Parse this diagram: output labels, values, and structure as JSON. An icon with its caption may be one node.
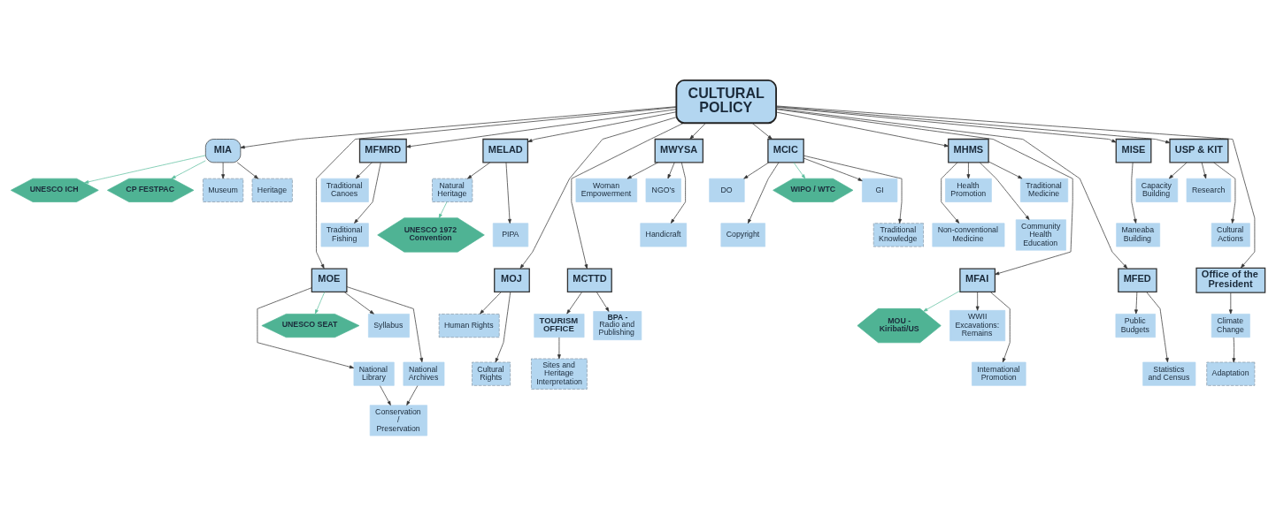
{
  "diagram": {
    "nodes": [
      {
        "text": [
          "MIA"
        ]
      },
      {
        "text": [
          "CULTURAL POLICY"
        ]
      },
      {
        "text": [
          "Museum"
        ]
      },
      {
        "text": [
          "Heritage"
        ]
      },
      {
        "text": [
          "UNESCO ICH"
        ]
      },
      {
        "text": [
          "CP FESTPAC"
        ]
      },
      {
        "text": [
          "MFMRD"
        ]
      },
      {
        "text": [
          "MELAD"
        ]
      },
      {
        "text": [
          "MWYSA"
        ]
      },
      {
        "text": [
          "MCIC"
        ]
      },
      {
        "text": [
          "MISE"
        ]
      },
      {
        "text": [
          "USP & KIT"
        ]
      },
      {
        "text": [
          "MHMS"
        ]
      },
      {
        "text": [
          "Traditional Canoes"
        ]
      },
      {
        "text": [
          "PIPA"
        ]
      },
      {
        "text": [
          "Natural Heritage"
        ]
      },
      {
        "text": [
          "Woman Empowerment"
        ]
      },
      {
        "text": [
          "NGO's"
        ]
      },
      {
        "text": [
          "GI"
        ]
      },
      {
        "text": [
          "DO"
        ]
      },
      {
        "text": [
          "Maneaba Building"
        ]
      },
      {
        "text": [
          "Capacity Building"
        ]
      },
      {
        "text": [
          "Research"
        ]
      },
      {
        "text": [
          "Traditional Medicine"
        ]
      },
      {
        "text": [
          "Health Promotion"
        ]
      },
      {
        "text": [
          "Traditional Knowledge"
        ]
      },
      {
        "text": [
          "Copyright"
        ]
      },
      {
        "text": [
          "Handicraft"
        ]
      },
      {
        "text": [
          "Cultural Actions"
        ]
      },
      {
        "text": [
          "Community Health Education"
        ]
      },
      {
        "text": [
          "Non-conventional Medicine"
        ]
      },
      {
        "text": [
          "Traditional Fishing"
        ]
      },
      {
        "text": [
          "UNESCO 1972 Convention"
        ]
      },
      {
        "text": [
          "WIPO / WTC"
        ]
      },
      {
        "text": [
          "MOE"
        ]
      },
      {
        "text": [
          "MOJ"
        ]
      },
      {
        "text": [
          "MCTTD"
        ]
      },
      {
        "text": [
          "MFAI"
        ]
      },
      {
        "text": [
          "MFED"
        ]
      },
      {
        "text": [
          "Office of the President"
        ]
      },
      {
        "text": [
          "Syllabus"
        ]
      },
      {
        "text": [
          "Human Rights"
        ]
      },
      {
        "text": [
          "TOURISM OFFICE"
        ]
      },
      {
        "text": [
          "BPA -",
          "Radio and Publishing"
        ]
      },
      {
        "text": [
          "Climate Change"
        ]
      },
      {
        "text": [
          "Cultural Rights"
        ]
      },
      {
        "text": [
          "WWII Excavations: Remains"
        ]
      },
      {
        "text": [
          "Public Budgets"
        ]
      },
      {
        "text": [
          "National Library"
        ]
      },
      {
        "text": [
          "National Archives"
        ]
      },
      {
        "text": [
          "Sites and Heritage Interpretation"
        ]
      },
      {
        "text": [
          "International Promotion"
        ]
      },
      {
        "text": [
          "Statistics and Census"
        ]
      },
      {
        "text": [
          "Adaptation"
        ]
      },
      {
        "text": [
          "Conservation / Preservation"
        ]
      },
      {
        "text": [
          "UNESCO SEAT"
        ]
      },
      {
        "text": [
          "MOU - Kiribati/US"
        ]
      }
    ],
    "edges": [
      {
        "from": 1,
        "to": 0,
        "arrow": "to"
      },
      {
        "from": 0,
        "to": 2,
        "arrow": "to"
      },
      {
        "from": 0,
        "to": 3,
        "arrow": "to"
      },
      {
        "from": 0,
        "to": 4,
        "arrow": "to",
        "color": "#5cbf9e"
      },
      {
        "from": 0,
        "to": 5,
        "arrow": "to",
        "color": "#5cbf9e"
      },
      {
        "from": 1,
        "to": 6,
        "arrow": "to"
      },
      {
        "from": 1,
        "to": 34,
        "arrow": "to"
      },
      {
        "from": 1,
        "to": 7,
        "arrow": "to"
      },
      {
        "from": 1,
        "to": 35,
        "arrow": "to"
      },
      {
        "from": 1,
        "to": 8,
        "arrow": "to"
      },
      {
        "from": 1,
        "to": 36,
        "arrow": "to"
      },
      {
        "from": 1,
        "to": 9,
        "arrow": "to"
      },
      {
        "from": 1,
        "to": 37,
        "arrow": "to"
      },
      {
        "from": 1,
        "to": 10,
        "arrow": "to"
      },
      {
        "from": 1,
        "to": 38,
        "arrow": "to"
      },
      {
        "from": 1,
        "to": 11,
        "arrow": "to"
      },
      {
        "from": 1,
        "to": 39,
        "arrow": "to"
      },
      {
        "from": 1,
        "to": 12,
        "arrow": "to"
      },
      {
        "from": 6,
        "to": 13,
        "arrow": "to"
      },
      {
        "from": 6,
        "to": 31,
        "arrow": "to"
      },
      {
        "from": 7,
        "to": 14,
        "arrow": "to"
      },
      {
        "from": 7,
        "to": 15,
        "arrow": "to"
      },
      {
        "from": 15,
        "to": 32,
        "arrow": "to",
        "color": "#5cbf9e"
      },
      {
        "from": 8,
        "to": 16,
        "arrow": "to"
      },
      {
        "from": 8,
        "to": 17,
        "arrow": "to"
      },
      {
        "from": 8,
        "to": 27,
        "arrow": "to"
      },
      {
        "from": 9,
        "to": 18,
        "arrow": "to"
      },
      {
        "from": 9,
        "to": 19,
        "arrow": "to"
      },
      {
        "from": 9,
        "to": 25,
        "arrow": "to"
      },
      {
        "from": 9,
        "to": 26,
        "arrow": "to"
      },
      {
        "from": 9,
        "to": 33,
        "arrow": "to",
        "color": "#5cbf9e"
      },
      {
        "from": 10,
        "to": 20,
        "arrow": "to"
      },
      {
        "from": 11,
        "to": 21,
        "arrow": "to"
      },
      {
        "from": 11,
        "to": 22,
        "arrow": "to"
      },
      {
        "from": 11,
        "to": 28,
        "arrow": "to"
      },
      {
        "from": 12,
        "to": 23,
        "arrow": "to"
      },
      {
        "from": 12,
        "to": 24,
        "arrow": "to"
      },
      {
        "from": 12,
        "to": 29,
        "arrow": "to"
      },
      {
        "from": 12,
        "to": 30,
        "arrow": "to"
      },
      {
        "from": 34,
        "to": 40,
        "arrow": "to"
      },
      {
        "from": 34,
        "to": 48,
        "arrow": "to"
      },
      {
        "from": 34,
        "to": 49,
        "arrow": "to"
      },
      {
        "from": 34,
        "to": 55,
        "arrow": "to",
        "color": "#5cbf9e"
      },
      {
        "from": 48,
        "to": 54,
        "arrow": "to"
      },
      {
        "from": 49,
        "to": 54,
        "arrow": "to"
      },
      {
        "from": 35,
        "to": 45,
        "arrow": "to"
      },
      {
        "from": 35,
        "to": 41,
        "arrow": "to"
      },
      {
        "from": 36,
        "to": 42,
        "arrow": "to"
      },
      {
        "from": 36,
        "to": 43,
        "arrow": "to"
      },
      {
        "from": 42,
        "to": 50,
        "arrow": "to"
      },
      {
        "from": 37,
        "to": 46,
        "arrow": "to"
      },
      {
        "from": 37,
        "to": 51,
        "arrow": "to"
      },
      {
        "from": 37,
        "to": 56,
        "arrow": "to",
        "color": "#5cbf9e"
      },
      {
        "from": 38,
        "to": 47,
        "arrow": "to"
      },
      {
        "from": 38,
        "to": 52,
        "arrow": "to"
      },
      {
        "from": 39,
        "to": 44,
        "arrow": "to"
      },
      {
        "from": 44,
        "to": 53,
        "arrow": "to"
      }
    ]
  }
}
